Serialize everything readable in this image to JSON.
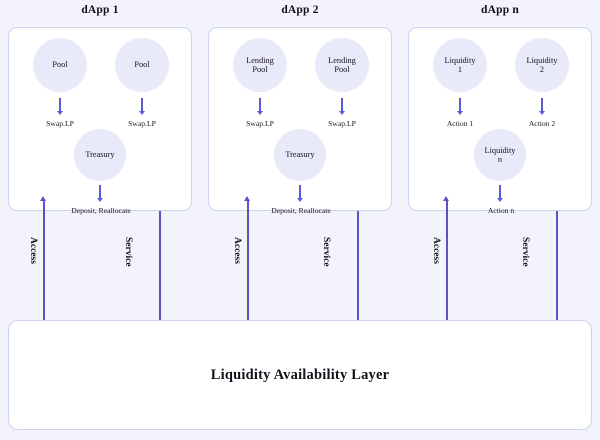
{
  "diagram": {
    "title_bottom": "Liquidity Availability Layer",
    "colors": {
      "background": "#f3f3fb",
      "panel_fill": "#ffffff",
      "panel_border": "#ccd4f0",
      "circle_fill": "#e9eaf9",
      "arrow": "#5a52c8",
      "mini_arrow": "#5a5ad4",
      "text": "#14121d"
    },
    "panels": [
      {
        "title": "dApp 1",
        "nodes": [
          {
            "label": "Pool",
            "lines": [
              "Pool"
            ],
            "edge_label": "Swap.LP"
          },
          {
            "label": "Pool",
            "lines": [
              "Pool"
            ],
            "edge_label": "Swap.LP"
          },
          {
            "label": "Treasury",
            "lines": [
              "Treasury"
            ],
            "edge_label": "Deposit, Reallocate"
          }
        ],
        "connectors": [
          {
            "label": "Access",
            "direction": "up"
          },
          {
            "label": "Service",
            "direction": "down"
          }
        ]
      },
      {
        "title": "dApp 2",
        "nodes": [
          {
            "label": "Lending Pool",
            "lines": [
              "Lending",
              "Pool"
            ],
            "edge_label": "Swap.LP"
          },
          {
            "label": "Lending Pool",
            "lines": [
              "Lending",
              "Pool"
            ],
            "edge_label": "Swap.LP"
          },
          {
            "label": "Treasury",
            "lines": [
              "Treasury"
            ],
            "edge_label": "Deposit, Reallocate"
          }
        ],
        "connectors": [
          {
            "label": "Access",
            "direction": "up"
          },
          {
            "label": "Service",
            "direction": "down"
          }
        ]
      },
      {
        "title": "dApp n",
        "nodes": [
          {
            "label": "Liquidity 1",
            "lines": [
              "Liquidity",
              "1"
            ],
            "edge_label": "Action 1"
          },
          {
            "label": "Liquidity 2",
            "lines": [
              "Liquidity",
              "2"
            ],
            "edge_label": "Action 2"
          },
          {
            "label": "Liquidity n",
            "lines": [
              "Liquidity",
              "n"
            ],
            "edge_label": "Action n"
          }
        ],
        "connectors": [
          {
            "label": "Access",
            "direction": "up"
          },
          {
            "label": "Service",
            "direction": "down"
          }
        ]
      }
    ]
  }
}
